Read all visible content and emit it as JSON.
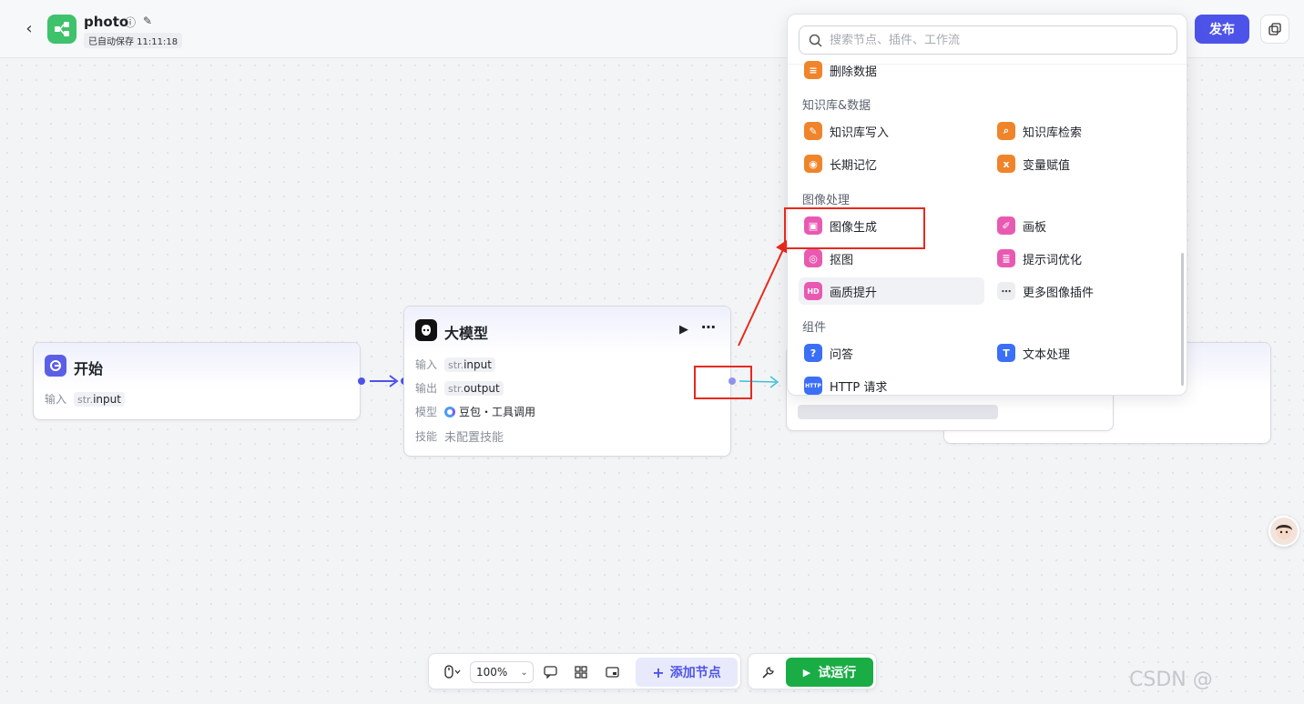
{
  "header": {
    "title": "photo",
    "autosave": "已自动保存 11:11:18",
    "publish_label": "发布"
  },
  "canvas": {
    "start_node": {
      "title": "开始",
      "input_label": "输入",
      "input_type": "str.",
      "input_name": "input"
    },
    "llm_node": {
      "title": "大模型",
      "input_label": "输入",
      "input_type": "str.",
      "input_name": "input",
      "output_label": "输出",
      "output_type": "str.",
      "output_name": "output",
      "model_label": "模型",
      "model_value": "豆包・工具调用",
      "skill_label": "技能",
      "skill_value": "未配置技能"
    }
  },
  "node_menu": {
    "search_placeholder": "搜索节点、插件、工作流",
    "top_item": "删除数据",
    "sections": [
      {
        "title": "知识库&数据",
        "items": [
          {
            "label": "知识库写入",
            "icon": "knowledge-write-icon",
            "color": "#f0842b"
          },
          {
            "label": "知识库检索",
            "icon": "knowledge-search-icon",
            "color": "#f0842b"
          },
          {
            "label": "长期记忆",
            "icon": "memory-icon",
            "color": "#f0842b"
          },
          {
            "label": "变量赋值",
            "icon": "variable-icon",
            "color": "#f0842b"
          }
        ]
      },
      {
        "title": "图像处理",
        "items": [
          {
            "label": "图像生成",
            "icon": "image-generate-icon",
            "color": "#e85ab1"
          },
          {
            "label": "画板",
            "icon": "canvas-board-icon",
            "color": "#e85ab1"
          },
          {
            "label": "抠图",
            "icon": "cutout-icon",
            "color": "#e85ab1"
          },
          {
            "label": "提示词优化",
            "icon": "prompt-optimize-icon",
            "color": "#e85ab1"
          },
          {
            "label": "画质提升",
            "icon": "hd-icon",
            "color": "#e85ab1"
          },
          {
            "label": "更多图像插件",
            "icon": "more-icon",
            "color": "#eceef2"
          }
        ]
      },
      {
        "title": "组件",
        "items": [
          {
            "label": "问答",
            "icon": "question-icon",
            "color": "#3b6ff5"
          },
          {
            "label": "文本处理",
            "icon": "text-process-icon",
            "color": "#3b6ff5"
          },
          {
            "label": "HTTP 请求",
            "icon": "http-icon",
            "color": "#3b6ff5"
          }
        ]
      }
    ]
  },
  "toolbar": {
    "zoom": "100%",
    "add_node_label": "添加节点",
    "run_label": "试运行"
  },
  "watermark": "CSDN @"
}
